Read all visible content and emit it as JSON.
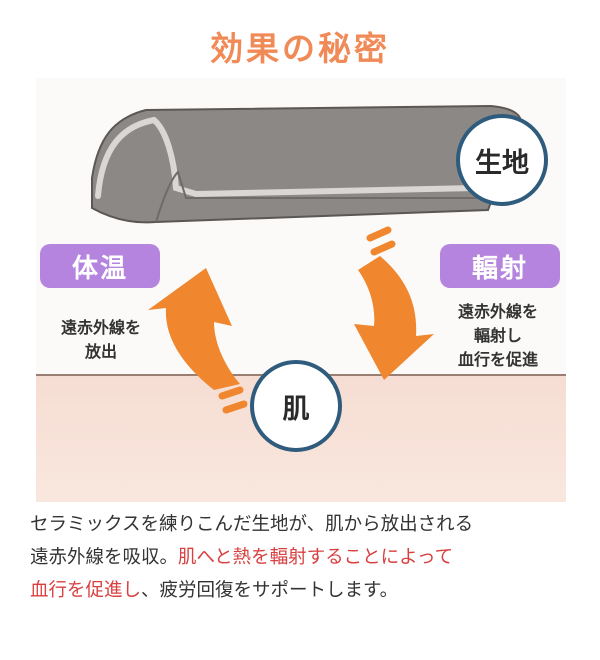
{
  "title": "効果の秘密",
  "labels": {
    "fabric": "生地",
    "skin": "肌",
    "body_heat": "体温",
    "radiation": "輻射"
  },
  "notes": {
    "left": [
      "遠赤外線を",
      "放出"
    ],
    "right": [
      "遠赤外線を",
      "輻射し",
      "血行を促進"
    ]
  },
  "description": {
    "line1": "セラミックスを練りこんだ生地が、肌から放出される",
    "line2_plain": "遠赤外線を吸収。",
    "line2_highlight": "肌へと熱を輻射することによって",
    "line3_highlight": "血行を促進し",
    "line3_plain": "、疲労回復をサポートします。"
  },
  "colors": {
    "title": "#f08a57",
    "circle_border": "#2f5b7d",
    "pill": "#b584de",
    "arrow": "#f0862e",
    "highlight": "#d94141",
    "skin": "#f6ddd3",
    "fabric": "#8c8886"
  },
  "icons": [
    "arrow-up-icon",
    "arrow-down-icon"
  ]
}
